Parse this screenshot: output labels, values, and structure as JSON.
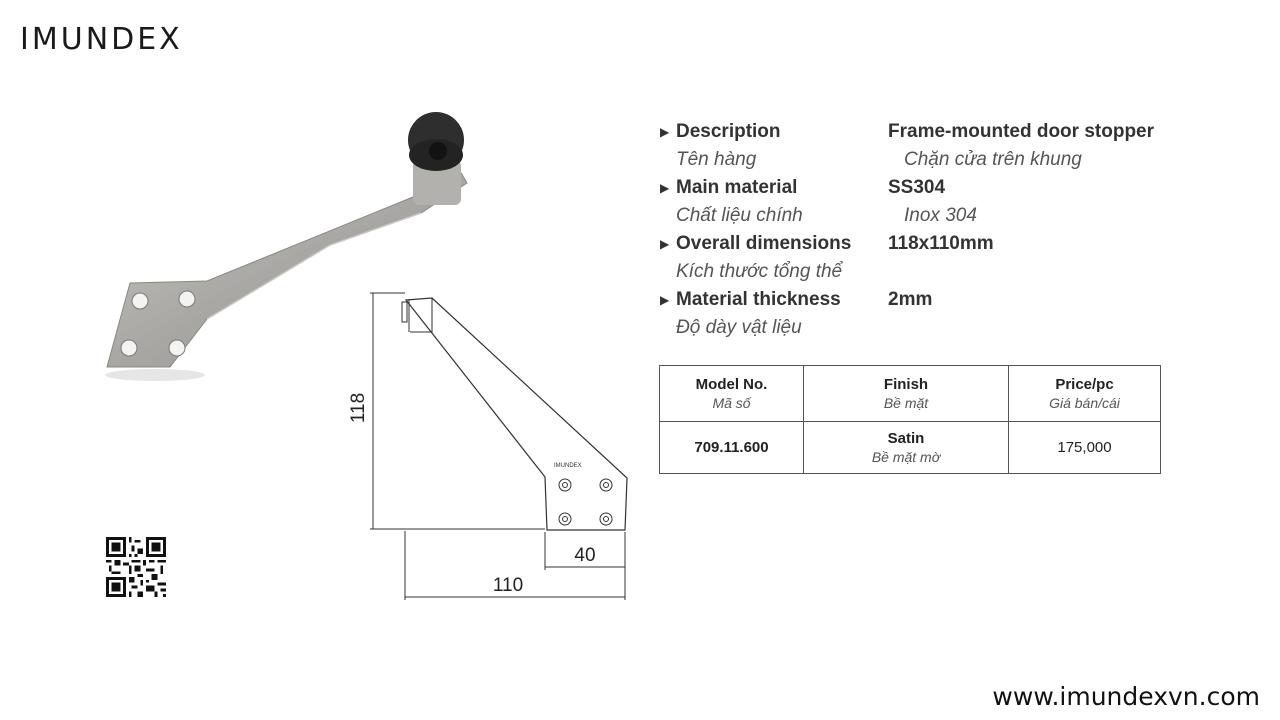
{
  "brand": {
    "logo": "IMUNDEX",
    "drawing_logo": "IMUNDEX",
    "website": "www.imundexvn.com"
  },
  "drawing": {
    "height_label": "118",
    "width_label": "110",
    "base_label": "40"
  },
  "specs": [
    {
      "key_en": "Description",
      "key_vi": "Tên hàng",
      "val_en": "Frame-mounted door stopper",
      "val_vi": "Chặn cửa trên khung"
    },
    {
      "key_en": "Main material",
      "key_vi": "Chất liệu chính",
      "val_en": "SS304",
      "val_vi": "Inox 304"
    },
    {
      "key_en": "Overall dimensions",
      "key_vi": "Kích thước tổng thể",
      "val_en": "118x110mm",
      "val_vi": ""
    },
    {
      "key_en": "Material thickness",
      "key_vi": "Độ dày vật liệu",
      "val_en": "2mm",
      "val_vi": ""
    }
  ],
  "table": {
    "headers": [
      {
        "en": "Model No.",
        "vi": "Mã số"
      },
      {
        "en": "Finish",
        "vi": "Bề mặt"
      },
      {
        "en": "Price/pc",
        "vi": "Giá bán/cái"
      }
    ],
    "row": {
      "model": "709.11.600",
      "finish_en": "Satin",
      "finish_vi": "Bề mặt mờ",
      "price": "175,000"
    }
  }
}
